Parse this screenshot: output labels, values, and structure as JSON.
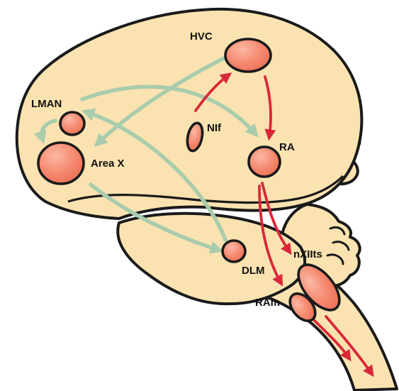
{
  "diagram": {
    "labels": {
      "hvc": "HVC",
      "lman": "LMAN",
      "nif": "NIf",
      "ra": "RA",
      "area_x": "Area X",
      "dlm": "DLM",
      "nxiits": "nXIIts",
      "ram": "RAm"
    },
    "colors": {
      "brain_fill": "#fbe3b1",
      "outline": "#1a1a1a",
      "nucleus_fill": "#f58a70",
      "nucleus_highlight": "#fcb8a6",
      "motor_pathway": "#d9283a",
      "afp_pathway": "#a8ccac"
    }
  }
}
